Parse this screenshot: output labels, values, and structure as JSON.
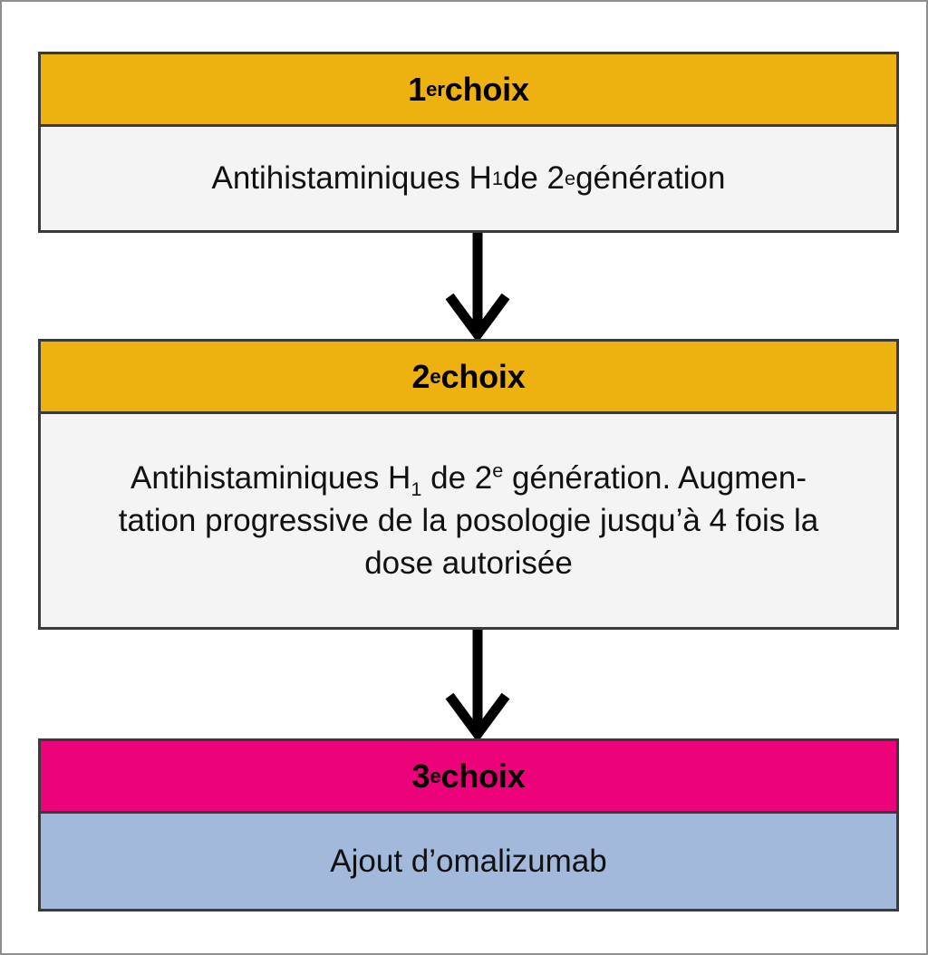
{
  "figure": {
    "type": "flowchart",
    "orientation": "vertical",
    "language": "fr",
    "colors": {
      "header_yellow": "#edb20f",
      "header_magenta": "#ec0279",
      "body_grey": "#f4f4f4",
      "body_blue": "#a3b9dc",
      "border": "#3a3a3a",
      "frame": "#8e8e8e",
      "text": "#000000"
    }
  },
  "nodes": [
    {
      "id": "choix-1",
      "header": {
        "prefix": "1",
        "sup": "er",
        "suffix": " choix",
        "full_text": "1er choix",
        "color": "#edb20f"
      },
      "body": {
        "segments": [
          "Antihistaminiques H",
          "1",
          " de 2",
          "e",
          " génération"
        ],
        "full_text": "Antihistaminiques H1 de 2e génération",
        "color": "#f4f4f4"
      }
    },
    {
      "id": "choix-2",
      "header": {
        "prefix": "2",
        "sup": "e",
        "suffix": " choix",
        "full_text": "2e choix",
        "color": "#edb20f"
      },
      "body": {
        "line1_a": "Antihistaminiques H",
        "line1_sub": "1",
        "line1_b": " de 2",
        "line1_sup": "e",
        "line1_c": " génération. Augmen-",
        "line2": "tation progressive de la posologie jusqu’à 4 fois la",
        "line3": "dose autorisée",
        "full_text": "Antihistaminiques H1 de 2e génération. Augmentation progressive de la posologie jusqu’à 4 fois la dose autorisée",
        "color": "#f4f4f4"
      }
    },
    {
      "id": "choix-3",
      "header": {
        "prefix": "3",
        "sup": "e",
        "suffix": " choix",
        "full_text": "3e choix",
        "color": "#ec0279"
      },
      "body": {
        "text": "Ajout d’omalizumab",
        "color": "#a3b9dc"
      }
    }
  ],
  "connectors": [
    {
      "id": "arrow-1-to-2",
      "from": "choix-1",
      "to": "choix-2",
      "shape": "down-arrow"
    },
    {
      "id": "arrow-2-to-3",
      "from": "choix-2",
      "to": "choix-3",
      "shape": "down-arrow"
    }
  ]
}
